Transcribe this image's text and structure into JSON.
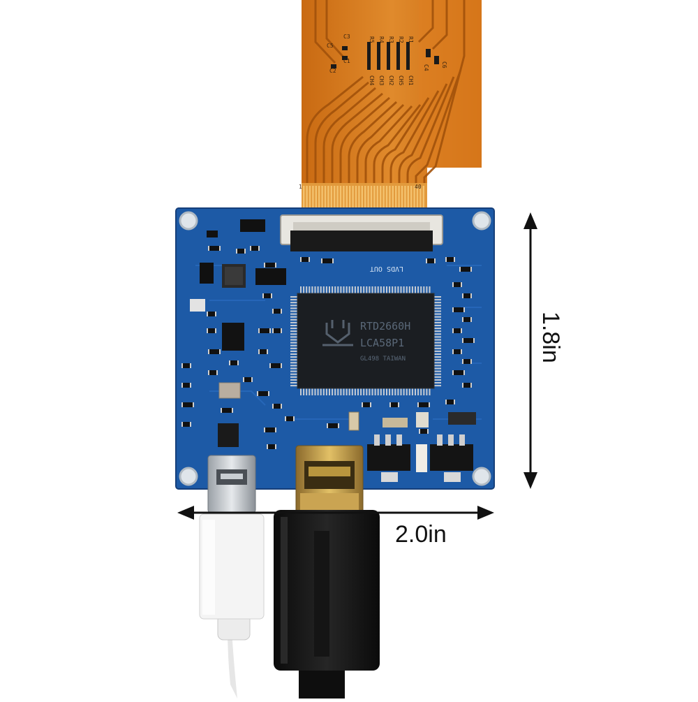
{
  "dimensions": {
    "height_label": "1.8in",
    "width_label": "2.0in"
  },
  "chip": {
    "line1": "RTD2660H",
    "line2": "LCA58P1",
    "line3": "GL498 TAIWAN"
  },
  "board": {
    "lvds_label": "LVDS OUT"
  },
  "flex": {
    "pin_start": "1",
    "pin_end": "40",
    "resistors": [
      "R5",
      "R4",
      "R3",
      "R2",
      "R1"
    ],
    "channels": [
      "CH4",
      "CH3",
      "CH2",
      "CH5",
      "CH1"
    ],
    "caps": [
      "C5",
      "C3",
      "C1",
      "C2",
      "C4",
      "C6"
    ]
  },
  "colors": {
    "pcb": "#1d5aa6",
    "flex": "#d9781c",
    "dimension_line": "#111111"
  }
}
